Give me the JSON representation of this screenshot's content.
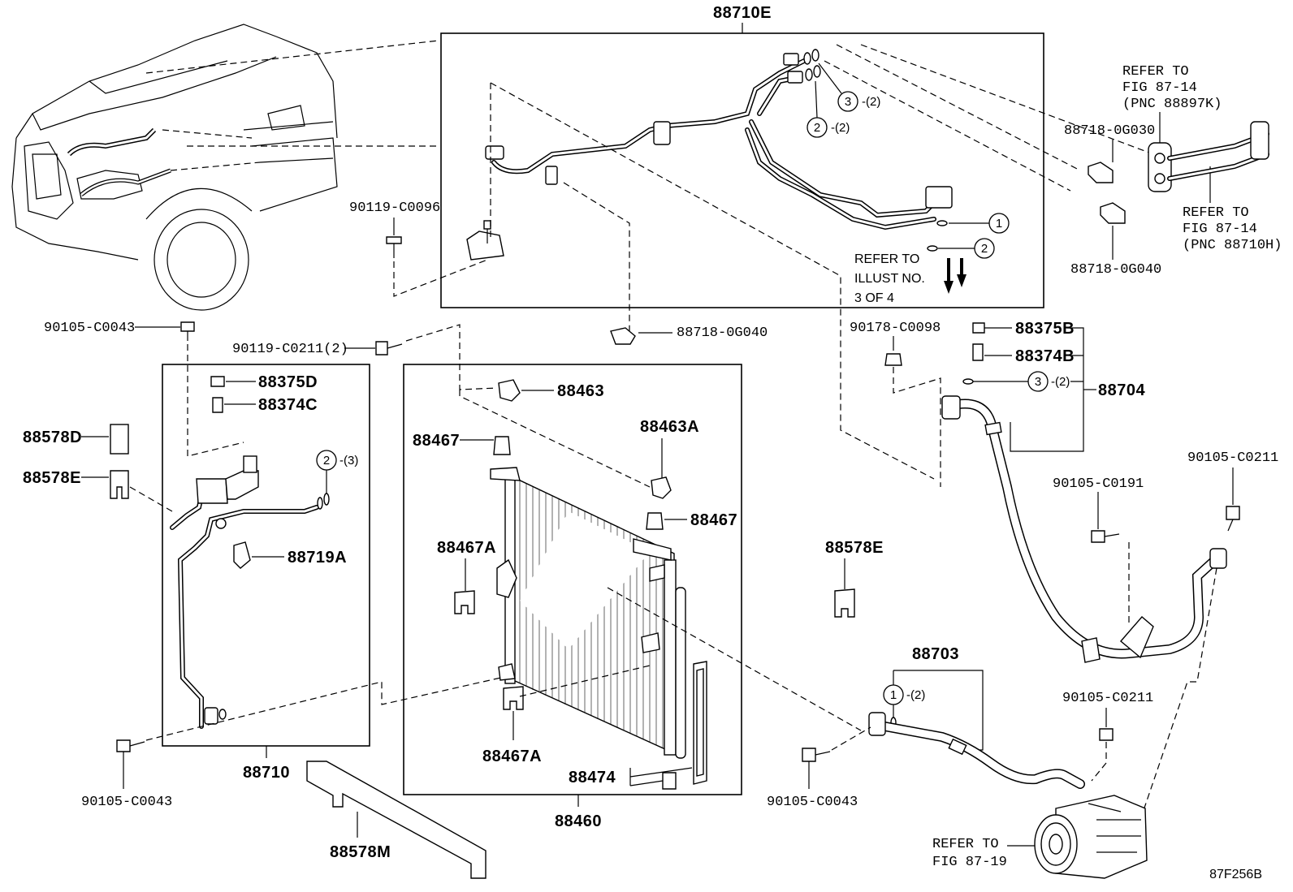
{
  "diagram_code": "87F256B",
  "labels": {
    "l88710E": "88710E",
    "l90119C0096": "90119-C0096",
    "l90105C0043a": "90105-C0043",
    "l90119C0211": "90119-C0211(2)",
    "l88718G040a": "88718-0G040",
    "l88718G030": "88718-0G030",
    "l88718G040b": "88718-0G040",
    "l90178C0098": "90178-C0098",
    "l88375B": "88375B",
    "l88374B": "88374B",
    "l88704": "88704",
    "l88375D": "88375D",
    "l88374C": "88374C",
    "l88578D": "88578D",
    "l88578Ea": "88578E",
    "l88719A": "88719A",
    "l88710": "88710",
    "l90105C0043b": "90105-C0043",
    "l88578M": "88578M",
    "l88463": "88463",
    "l88467a": "88467",
    "l88463A": "88463A",
    "l88467b": "88467",
    "l88467Aa": "88467A",
    "l88467Ab": "88467A",
    "l88474": "88474",
    "l88460": "88460",
    "l88578Eb": "88578E",
    "l90105C0191": "90105-C0191",
    "l90105C0211a": "90105-C0211",
    "l90105C0211b": "90105-C0211",
    "l88703": "88703",
    "l90105C0043c": "90105-C0043"
  },
  "refs": {
    "refer_fig_8714_k": [
      "REFER TO",
      "FIG 87-14",
      "(PNC 88897K)"
    ],
    "refer_fig_8714_h": [
      "REFER TO",
      "FIG 87-14",
      "(PNC 88710H)"
    ],
    "refer_illust": [
      "REFER TO",
      "ILLUST NO.",
      "3 OF 4"
    ],
    "refer_fig_8719": [
      "REFER TO",
      "FIG 87-19"
    ]
  },
  "callouts": {
    "c3_top": {
      "num": "3",
      "qty": "-(2)"
    },
    "c2_top": {
      "num": "2",
      "qty": "-(2)"
    },
    "c1_right": {
      "num": "1",
      "qty": ""
    },
    "c2_right": {
      "num": "2",
      "qty": ""
    },
    "c3_88704": {
      "num": "3",
      "qty": "-(2)"
    },
    "c2_left": {
      "num": "2",
      "qty": "-(3)"
    },
    "c1_88703": {
      "num": "1",
      "qty": "-(2)"
    }
  }
}
